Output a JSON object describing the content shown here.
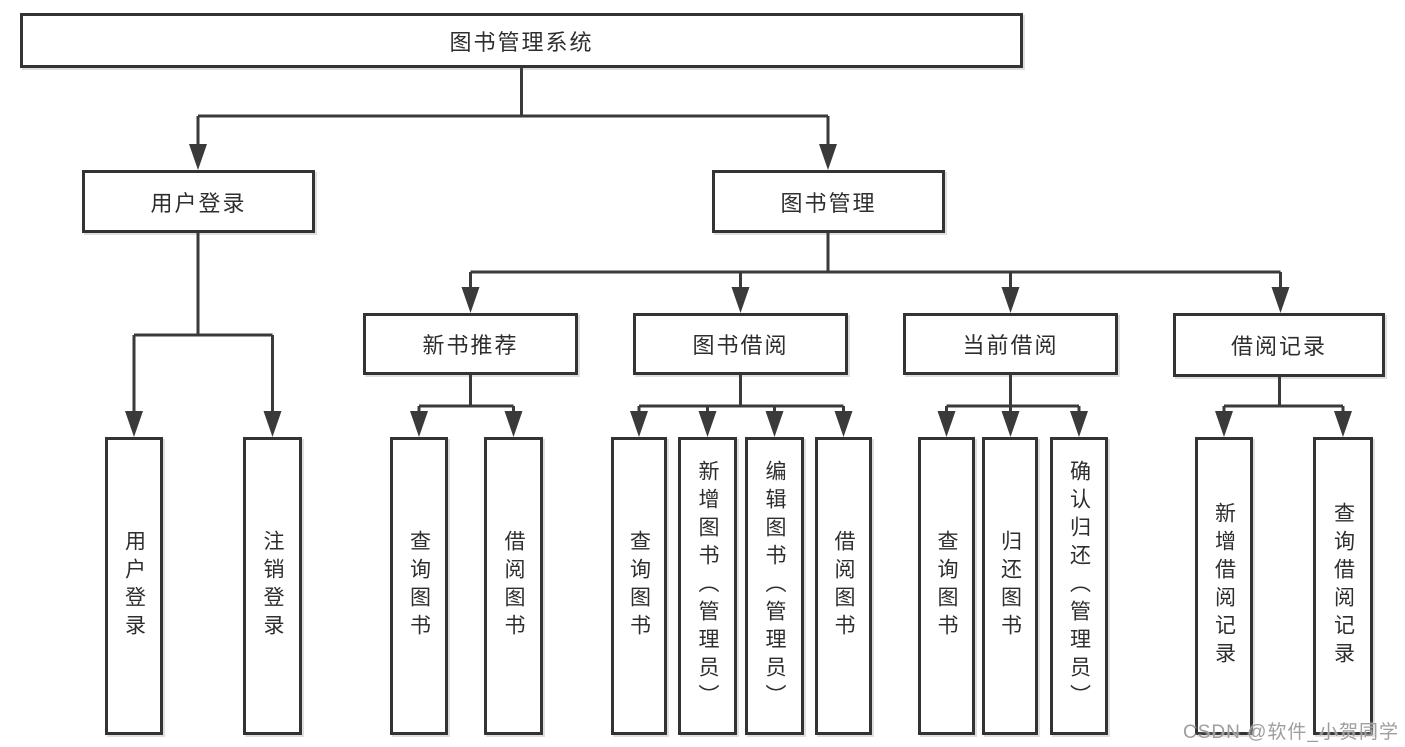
{
  "root": {
    "label": "图书管理系统"
  },
  "branches": [
    {
      "label": "用户登录",
      "leaves": [
        "用户登录",
        "注销登录"
      ]
    },
    {
      "label": "图书管理",
      "sections": [
        {
          "label": "新书推荐",
          "leaves": [
            "查询图书",
            "借阅图书"
          ]
        },
        {
          "label": "图书借阅",
          "leaves": [
            "查询图书",
            "新增图书（管理员）",
            "编辑图书（管理员）",
            "借阅图书"
          ]
        },
        {
          "label": "当前借阅",
          "leaves": [
            "查询图书",
            "归还图书",
            "确认归还（管理员）"
          ]
        },
        {
          "label": "借阅记录",
          "leaves": [
            "新增借阅记录",
            "查询借阅记录"
          ]
        }
      ]
    }
  ],
  "watermark": {
    "text": "CSDN @软件_小贺同学"
  },
  "colors": {
    "line": "#3a3a3a",
    "box_border": "#333333",
    "text": "#2e2e2e",
    "watermark": "#9e9e9e",
    "background": "#ffffff"
  }
}
